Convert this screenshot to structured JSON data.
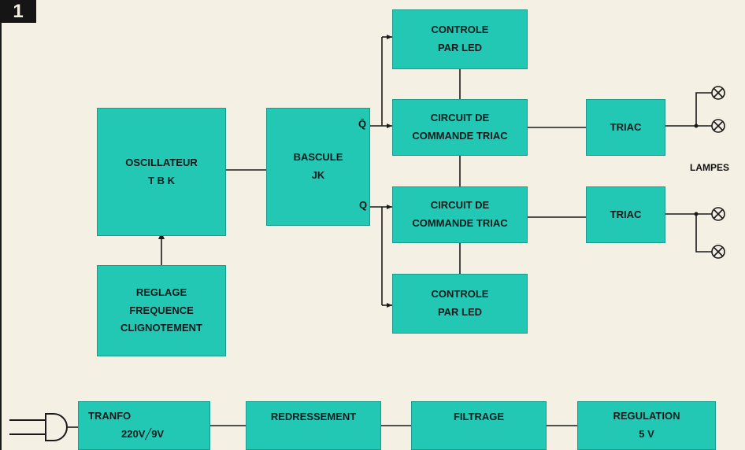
{
  "figure_number": "1",
  "blocks": {
    "oscillateur": {
      "line1": "OSCILLATEUR",
      "line2": "T B K"
    },
    "bascule": {
      "line1": "BASCULE",
      "line2": "JK"
    },
    "reglage": {
      "line1": "REGLAGE",
      "line2": "FREQUENCE",
      "line3": "CLIGNOTEMENT"
    },
    "controle_top": {
      "line1": "CONTROLE",
      "line2": "PAR LED"
    },
    "circuit_top": {
      "line1": "CIRCUIT  DE",
      "line2": "COMMANDE  TRIAC"
    },
    "circuit_bottom": {
      "line1": "CIRCUIT  DE",
      "line2": "COMMANDE  TRIAC"
    },
    "controle_bottom": {
      "line1": "CONTROLE",
      "line2": "PAR LED"
    },
    "triac_top": {
      "line1": "TRIAC"
    },
    "triac_bottom": {
      "line1": "TRIAC"
    },
    "tranfo": {
      "line1": "TRANFO",
      "line2": "220V╱9V"
    },
    "redressement": {
      "line1": "REDRESSEMENT"
    },
    "filtrage": {
      "line1": "FILTRAGE"
    },
    "regulation": {
      "line1": "REGULATION",
      "line2": "5 V"
    }
  },
  "labels": {
    "q_bar": "Q̄",
    "q": "Q",
    "lampes": "LAMPES"
  },
  "colors": {
    "block_fill": "#23c8b4",
    "block_border": "#1a9c8c",
    "wire": "#1a1a1a",
    "background": "#f4f0e4"
  }
}
